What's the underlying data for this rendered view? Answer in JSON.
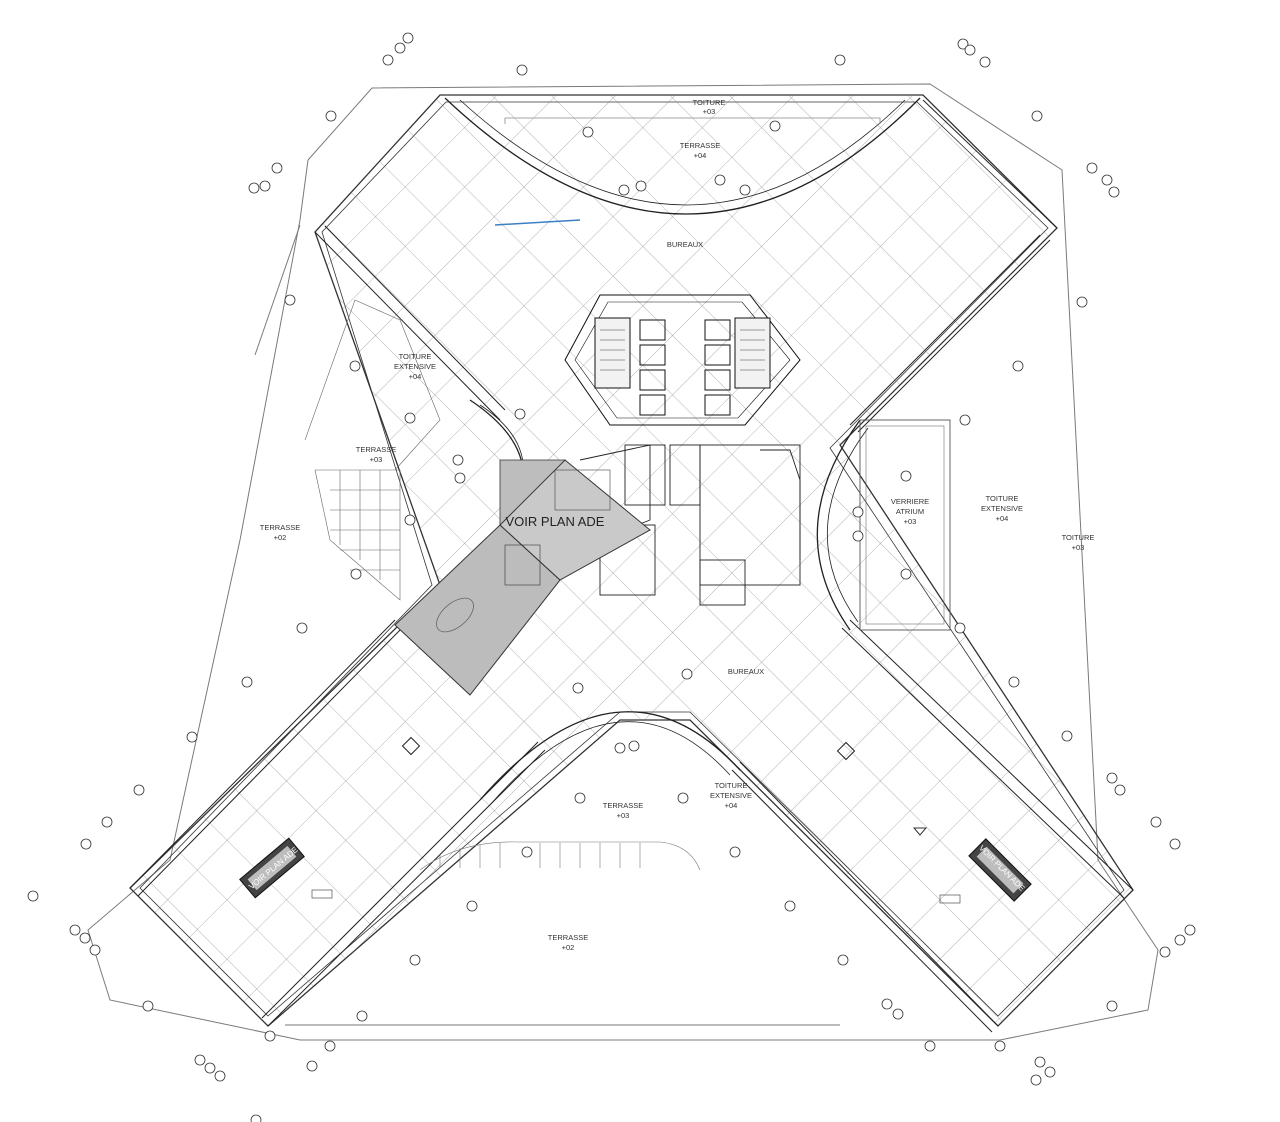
{
  "plan": {
    "labels": {
      "toiture_top": [
        "TOITURE",
        "+03"
      ],
      "terrasse_top": [
        "TERRASSE",
        "+04"
      ],
      "bureaux_top": "BUREAUX",
      "toiture_ext_left": [
        "TOITURE",
        "EXTENSIVE",
        "+04"
      ],
      "terrasse_left_03": [
        "TERRASSE",
        "+03"
      ],
      "terrasse_left_02": [
        "TERRASSE",
        "+02"
      ],
      "verriere": [
        "VERRIERE",
        "ATRIUM",
        "+03"
      ],
      "toiture_ext_right": [
        "TOITURE",
        "EXTENSIVE",
        "+04"
      ],
      "toiture_right": [
        "TOITURE",
        "+03"
      ],
      "bureaux_center": [
        "BUREAUX"
      ],
      "terrasse_bottom_03": [
        "TERRASSE",
        "+03"
      ],
      "toiture_ext_bottom": [
        "TOITURE",
        "EXTENSIVE",
        "+04"
      ],
      "terrasse_bottom_02": [
        "TERRASSE",
        "+02"
      ]
    },
    "voir_plan": "VOIR PLAN ADE",
    "colors": {
      "line": "#3a3a3a",
      "light": "#9a9a9a",
      "shade": "#bdbdbd",
      "blue": "#3b7fc4"
    }
  }
}
